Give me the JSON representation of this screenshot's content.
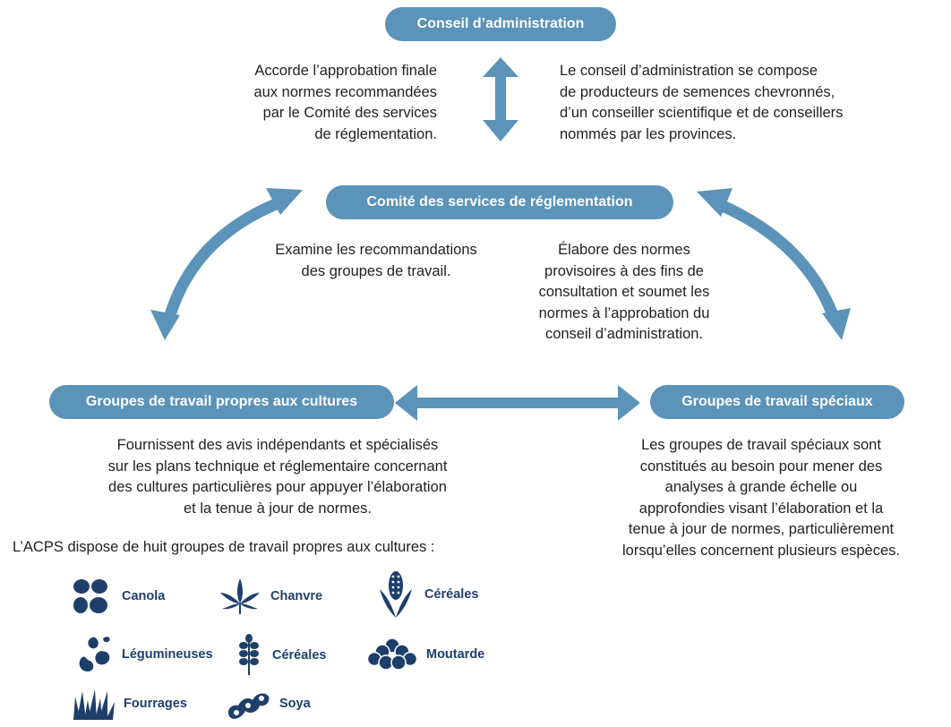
{
  "colors": {
    "pill_bg": "#5b93b9",
    "arrow": "#5b93b9",
    "icon": "#1f3f6b",
    "text": "#222222"
  },
  "board": {
    "title": "Conseil d’administration",
    "left_lines": [
      "Accorde l’approbation finale",
      "aux normes recommandées",
      "par le Comité des services",
      "de réglementation."
    ],
    "right_lines": [
      "Le conseil d’administration se compose",
      "de producteurs de semences chevronnés,",
      "d’un conseiller scientifique et de conseillers",
      "nommés par les provinces."
    ]
  },
  "committee": {
    "title": "Comité des services de réglementation",
    "left_lines": [
      "Examine les recommandations",
      "des groupes de travail."
    ],
    "right_lines": [
      "Élabore des normes",
      "provisoires à des fins de",
      "consultation et soumet les",
      "normes à l’approbation du",
      "conseil d’administration."
    ]
  },
  "crop_groups": {
    "title": "Groupes de travail propres aux cultures",
    "desc_lines": [
      "Fournissent des avis indépendants et spécialisés",
      "sur les plans technique et réglementaire concernant",
      "des cultures particulières pour appuyer l’élaboration",
      "et la tenue à jour de normes."
    ],
    "count_text": "L’ACPS dispose de huit groupes de travail propres aux cultures :",
    "crops": [
      {
        "icon": "canola-seeds-icon",
        "label": "Canola"
      },
      {
        "icon": "hemp-leaf-icon",
        "label": "Chanvre"
      },
      {
        "icon": "corn-cob-icon",
        "label": "Céréales"
      },
      {
        "icon": "legume-seeds-icon",
        "label": "Légumineuses"
      },
      {
        "icon": "wheat-grain-icon",
        "label": "Céréales"
      },
      {
        "icon": "mustard-seeds-icon",
        "label": "Moutarde"
      },
      {
        "icon": "grass-forage-icon",
        "label": "Fourrages"
      },
      {
        "icon": "soybean-pod-icon",
        "label": "Soya"
      }
    ]
  },
  "special_groups": {
    "title": "Groupes de travail spéciaux",
    "desc_lines": [
      "Les groupes de travail spéciaux sont",
      "constitués au besoin pour mener des",
      "analyses à grande échelle ou",
      "approfondies visant l’élaboration et la",
      "tenue à jour de normes, particulièrement",
      "lorsqu’elles concernent plusieurs espèces."
    ]
  }
}
